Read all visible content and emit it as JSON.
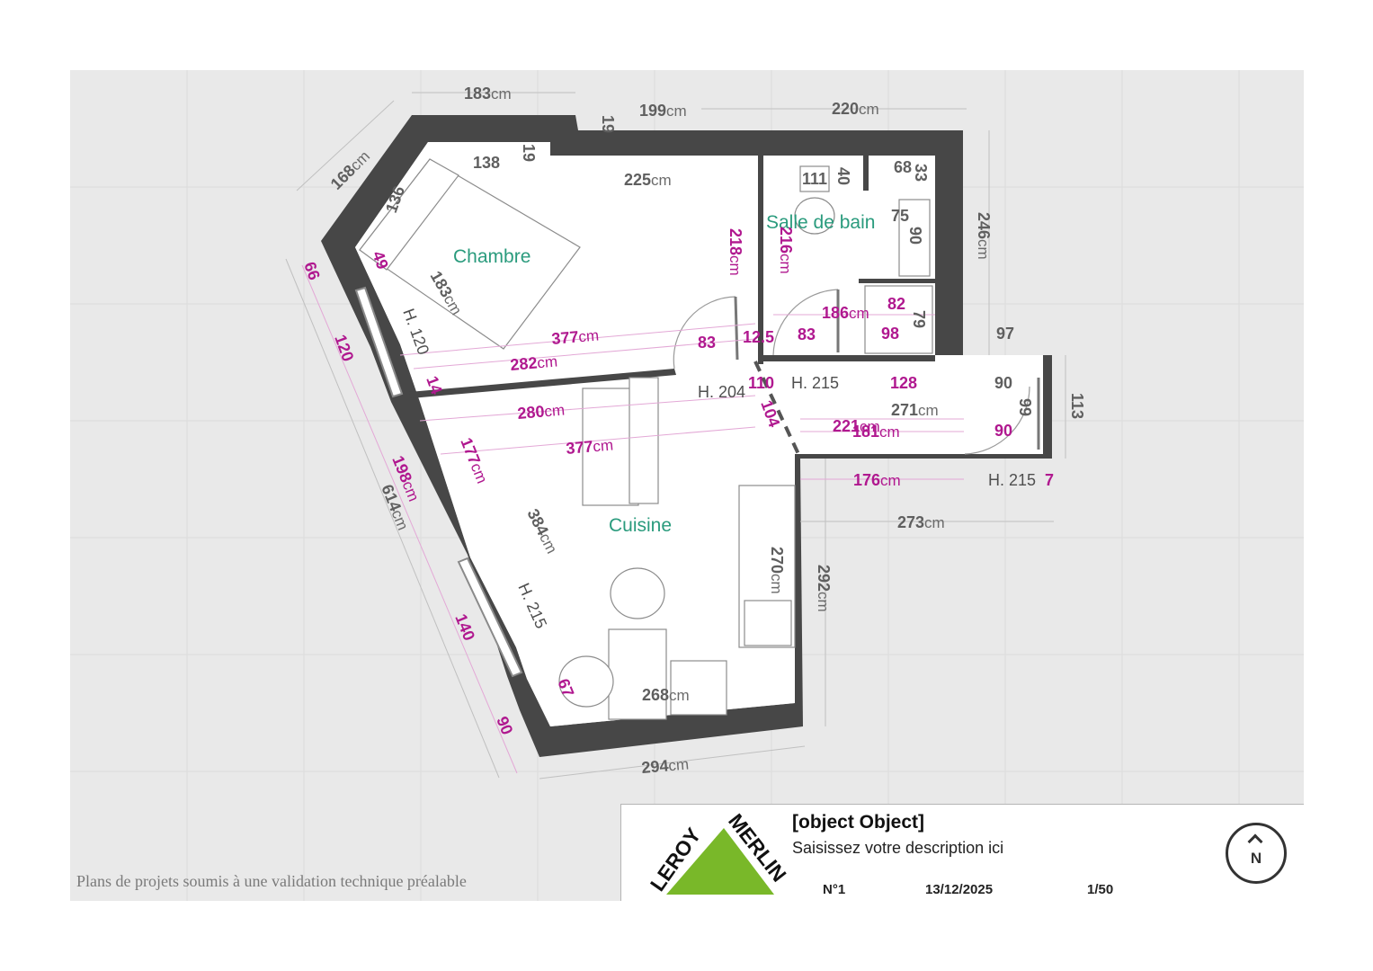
{
  "rooms": {
    "chambre": "Chambre",
    "salle_de_bain": "Salle de bain",
    "cuisine": "Cuisine"
  },
  "dimensions": {
    "d183_top": "183",
    "d199": "199",
    "d220": "220",
    "d19_top": "19",
    "d168": "168",
    "d138": "138",
    "d19_inner": "19",
    "d225": "225",
    "d111": "111",
    "d40": "40",
    "d68": "68",
    "d33": "33",
    "d75": "75",
    "d90_sdb": "90",
    "d246": "246",
    "d136": "136",
    "d49": "49",
    "d183_bed": "183",
    "d218": "218",
    "d216": "216",
    "d82": "82",
    "d79": "79",
    "d186": "186",
    "d66": "66",
    "d120": "120",
    "d377_top": "377",
    "d83_left": "83",
    "d125": "12.5",
    "d83_right": "83",
    "d98": "98",
    "d97": "97",
    "d282": "282",
    "d14": "14",
    "d204_label": "204",
    "d110": "110",
    "d128": "128",
    "d90_hall": "90",
    "d113": "113",
    "d280": "280",
    "d104": "104",
    "d271": "271",
    "d99": "99",
    "d221": "221",
    "d181": "181",
    "d90_hall2": "90",
    "d377_bottom": "377",
    "d177": "177",
    "d176": "176",
    "d7": "7",
    "d198": "198",
    "d614": "614",
    "d273": "273",
    "d384": "384",
    "d270": "270",
    "d292": "292",
    "d140": "140",
    "d67": "67",
    "d268": "268",
    "d90_bottom": "90",
    "d294": "294"
  },
  "units": {
    "cm": "cm"
  },
  "heights": {
    "h120": "H. 120",
    "h204": "H. 204",
    "h215_hall": "H. 215",
    "h215_hall2": "H. 215",
    "h215_window": "H. 215"
  },
  "footer": {
    "disclaimer": "Plans de projets soumis à une validation technique préalable"
  },
  "titleblock": {
    "title": "[object Object]",
    "description": "Saisissez votre description ici",
    "number": "N°1",
    "date": "13/12/2025",
    "scale": "1/50",
    "compass_label": "N"
  },
  "logo": {
    "line1": "LEROY",
    "line2": "MERLIN"
  },
  "colors": {
    "wall": "#474747",
    "dimension_gray": "#5f5f5f",
    "dimension_magenta": "#b0188f",
    "room_label": "#2a9b7d",
    "logo_green": "#79b829",
    "canvas": "#e9e9e9"
  }
}
